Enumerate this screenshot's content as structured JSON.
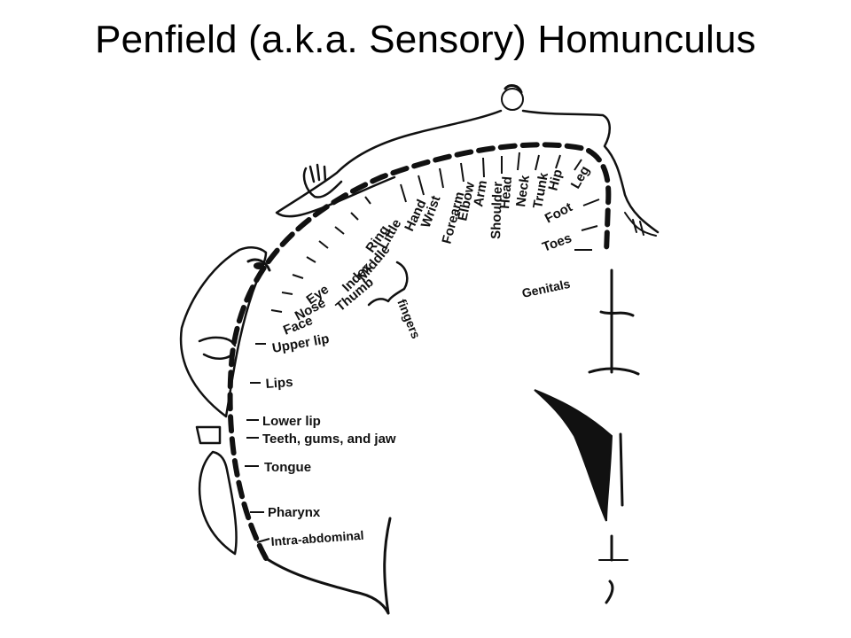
{
  "title": "Penfield (a.k.a. Sensory) Homunculus",
  "body_parts": [
    "Genitals",
    "Toes",
    "Foot",
    "Leg",
    "Hip",
    "Trunk",
    "Neck",
    "Head",
    "Shoulder",
    "Arm",
    "Elbow",
    "Forearm",
    "Wrist",
    "Hand",
    "Little",
    "Ring",
    "Middle",
    "Index",
    "Thumb",
    "Eye",
    "Nose",
    "Face",
    "Upper lip",
    "Lips",
    "Lower lip",
    "Teeth, gums, and jaw",
    "Tongue",
    "Pharynx",
    "Intra-abdominal"
  ],
  "bracket_label": "fingers"
}
